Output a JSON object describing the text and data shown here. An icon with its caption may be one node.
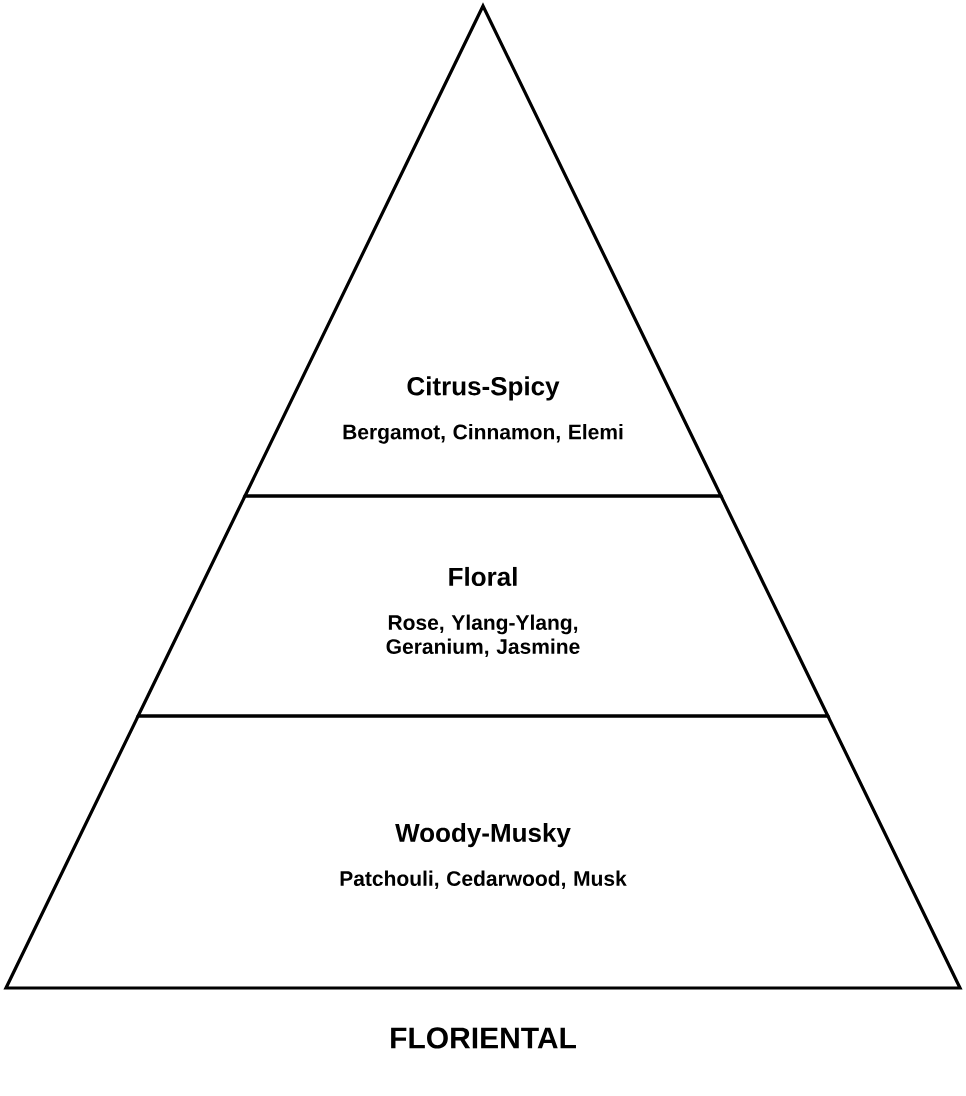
{
  "diagram": {
    "title": "FLORIENTAL",
    "nodes": [
      {
        "text": [
          "Citrus-Spicy",
          "Bergamot, Cinnamon, Elemi"
        ]
      },
      {
        "text": [
          "Floral",
          "Rose, Ylang-Ylang, Geranium, Jasmine"
        ]
      },
      {
        "text": [
          "Woody-Musky",
          "Patchouli, Cedarwood, Musk"
        ]
      }
    ]
  }
}
